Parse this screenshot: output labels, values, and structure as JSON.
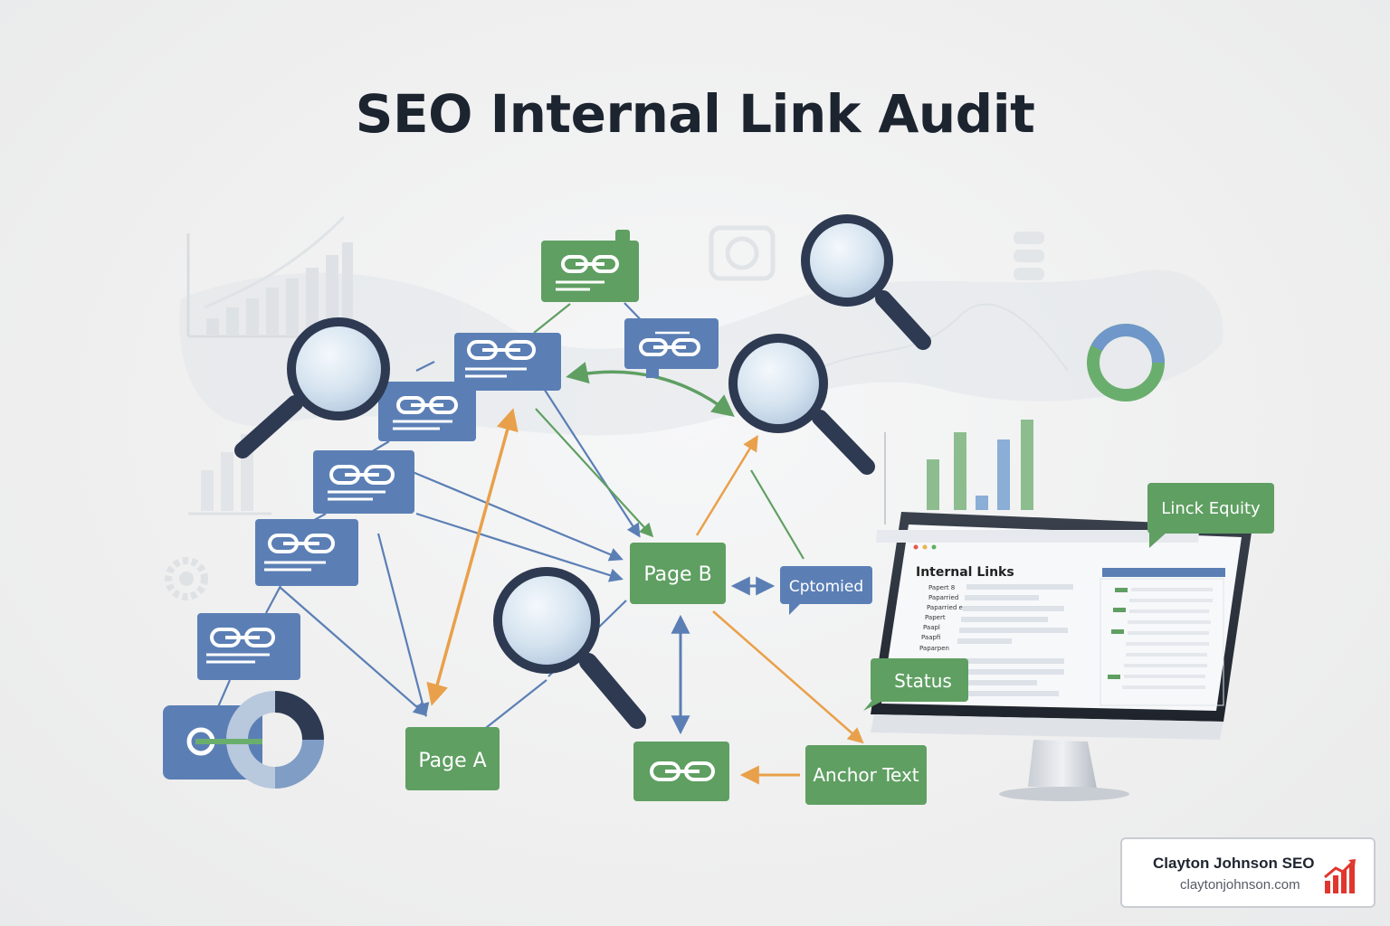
{
  "title": "SEO Internal Link Audit",
  "nodes": {
    "page_a": "Page A",
    "page_b": "Page B",
    "optimized": "Cptomied",
    "anchor_text": "Anchor Text",
    "status": "Status",
    "link_equity": "Linck Equity"
  },
  "monitor": {
    "panel_title": "Internal Links",
    "rows": [
      "Papert 8",
      "Paparried",
      "Paparried ese",
      "Papert",
      "Paapl",
      "Paapfi",
      "Paparpen"
    ]
  },
  "branding": {
    "name": "Clayton Johnson SEO",
    "url": "claytonjohnson.com"
  },
  "colors": {
    "blue": "#5b7fb5",
    "green": "#5f9f62",
    "orange": "#e9a04a",
    "navy": "#2e3a52",
    "title": "#1c2430"
  },
  "icons": [
    "magnifier-icon",
    "chain-link-icon",
    "bar-chart-icon",
    "donut-chart-icon",
    "gear-icon",
    "monitor-icon",
    "growth-chart-icon"
  ]
}
